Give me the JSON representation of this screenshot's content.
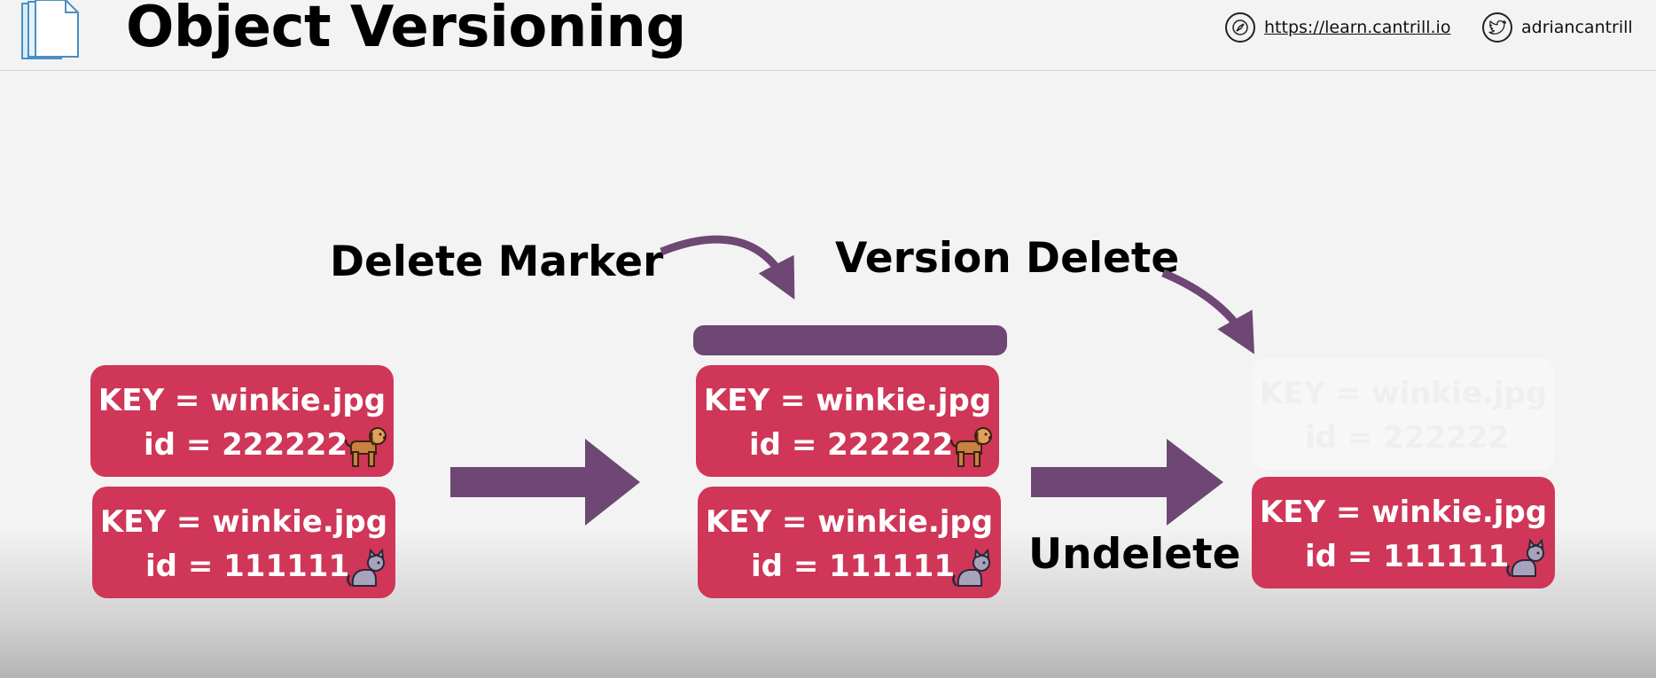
{
  "header": {
    "title": "Object Versioning",
    "website_label": "https://learn.cantrill.io",
    "twitter_label": "adriancantrill"
  },
  "labels": {
    "delete_marker": "Delete Marker",
    "version_delete": "Version Delete",
    "undelete": "Undelete"
  },
  "stages": {
    "before": [
      {
        "key_text": "KEY = winkie.jpg",
        "id_text": "id = 222222",
        "pet_icon": "dog-icon"
      },
      {
        "key_text": "KEY = winkie.jpg",
        "id_text": "id = 111111",
        "pet_icon": "cat-icon"
      }
    ],
    "with_delete_marker": [
      {
        "key_text": "KEY = winkie.jpg",
        "id_text": "id = 222222",
        "pet_icon": "dog-icon"
      },
      {
        "key_text": "KEY = winkie.jpg",
        "id_text": "id = 111111",
        "pet_icon": "cat-icon"
      }
    ],
    "after_version_delete": {
      "deleted_version": {
        "key_text": "KEY = winkie.jpg",
        "id_text": "id = 222222"
      },
      "remaining": {
        "key_text": "KEY = winkie.jpg",
        "id_text": "id = 111111",
        "pet_icon": "cat-icon"
      }
    }
  },
  "colors": {
    "object_fill": "#cf3658",
    "delete_marker": "#6e4774",
    "arrow": "#6e4774",
    "background": "#f3f3f3"
  }
}
